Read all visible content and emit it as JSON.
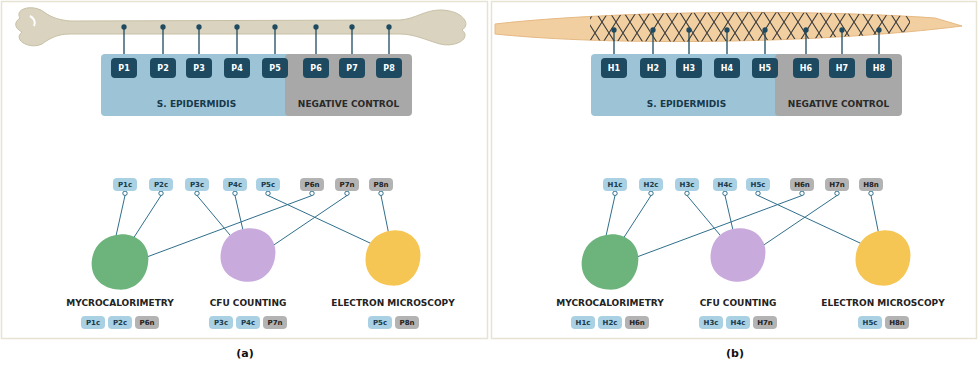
{
  "diagram": {
    "nodes": [
      {
        "text": [
          "S. EPIDERMIDIS"
        ]
      },
      {
        "text": [
          "P1"
        ],
        "in": 0
      },
      {
        "text": [
          "P2"
        ],
        "in": 0
      },
      {
        "text": [
          "P3"
        ],
        "in": 0
      },
      {
        "text": [
          "P4"
        ],
        "in": 0
      },
      {
        "text": [
          "P5"
        ],
        "in": 0
      },
      {
        "text": [
          "NEGATIVE CONTROL"
        ]
      },
      {
        "text": [
          "P6"
        ],
        "in": 6
      },
      {
        "text": [
          "P7"
        ],
        "in": 6
      },
      {
        "text": [
          "P8"
        ],
        "in": 6
      },
      {
        "text": [
          "P1c"
        ]
      },
      {
        "text": [
          "P2c"
        ]
      },
      {
        "text": [
          "P3c"
        ]
      },
      {
        "text": [
          "P4c"
        ]
      },
      {
        "text": [
          "P5c"
        ]
      },
      {
        "text": [
          "P6n"
        ]
      },
      {
        "text": [
          "P7n"
        ]
      },
      {
        "text": [
          "P8n"
        ]
      },
      {
        "text": [
          "MYCROCALORIMETRY"
        ]
      },
      {
        "text": [
          "CFU COUNTING"
        ]
      },
      {
        "text": [
          "ELECTRON MICROSCOPY"
        ]
      },
      {
        "text": [
          "P1c"
        ]
      },
      {
        "text": [
          "P2c"
        ]
      },
      {
        "text": [
          "P6n"
        ]
      },
      {
        "text": [
          "P3c"
        ]
      },
      {
        "text": [
          "P4c"
        ]
      },
      {
        "text": [
          "P7n"
        ]
      },
      {
        "text": [
          "P5c"
        ]
      },
      {
        "text": [
          "P8n"
        ]
      },
      {
        "text": [
          "S. EPIDERMIDIS"
        ]
      },
      {
        "text": [
          "H1"
        ],
        "in": 29
      },
      {
        "text": [
          "H2"
        ],
        "in": 29
      },
      {
        "text": [
          "H3"
        ],
        "in": 29
      },
      {
        "text": [
          "H4"
        ],
        "in": 29
      },
      {
        "text": [
          "H5"
        ],
        "in": 29
      },
      {
        "text": [
          "NEGATIVE CONTROL"
        ]
      },
      {
        "text": [
          "H6"
        ],
        "in": 35
      },
      {
        "text": [
          "H7"
        ],
        "in": 35
      },
      {
        "text": [
          "H8"
        ],
        "in": 35
      },
      {
        "text": [
          "H1c"
        ]
      },
      {
        "text": [
          "H2c"
        ]
      },
      {
        "text": [
          "H3c"
        ]
      },
      {
        "text": [
          "H4c"
        ]
      },
      {
        "text": [
          "H5c"
        ]
      },
      {
        "text": [
          "H6n"
        ]
      },
      {
        "text": [
          "H7n"
        ]
      },
      {
        "text": [
          "H8n"
        ]
      },
      {
        "text": [
          "MYCROCALORIMETRY"
        ]
      },
      {
        "text": [
          "CFU COUNTING"
        ]
      },
      {
        "text": [
          "ELECTRON MICROSCOPY"
        ]
      },
      {
        "text": [
          "H1c"
        ]
      },
      {
        "text": [
          "H2c"
        ]
      },
      {
        "text": [
          "H6n"
        ]
      },
      {
        "text": [
          "H3c"
        ]
      },
      {
        "text": [
          "H4c"
        ]
      },
      {
        "text": [
          "H7n"
        ]
      },
      {
        "text": [
          "H5c"
        ]
      },
      {
        "text": [
          "H8n"
        ]
      }
    ],
    "edges": [
      {
        "from": 10,
        "to": 18,
        "arrow": "none"
      },
      {
        "from": 11,
        "to": 18,
        "arrow": "none"
      },
      {
        "from": 15,
        "to": 18,
        "arrow": "none"
      },
      {
        "from": 12,
        "to": 19,
        "arrow": "none"
      },
      {
        "from": 13,
        "to": 19,
        "arrow": "none"
      },
      {
        "from": 16,
        "to": 19,
        "arrow": "none"
      },
      {
        "from": 14,
        "to": 20,
        "arrow": "none"
      },
      {
        "from": 17,
        "to": 20,
        "arrow": "none"
      },
      {
        "from": 39,
        "to": 47,
        "arrow": "none"
      },
      {
        "from": 40,
        "to": 47,
        "arrow": "none"
      },
      {
        "from": 44,
        "to": 47,
        "arrow": "none"
      },
      {
        "from": 41,
        "to": 48,
        "arrow": "none"
      },
      {
        "from": 42,
        "to": 48,
        "arrow": "none"
      },
      {
        "from": 45,
        "to": 48,
        "arrow": "none"
      },
      {
        "from": 43,
        "to": 49,
        "arrow": "none"
      },
      {
        "from": 46,
        "to": 49,
        "arrow": "none"
      }
    ],
    "labels": [
      "(a)",
      "(b)"
    ]
  }
}
